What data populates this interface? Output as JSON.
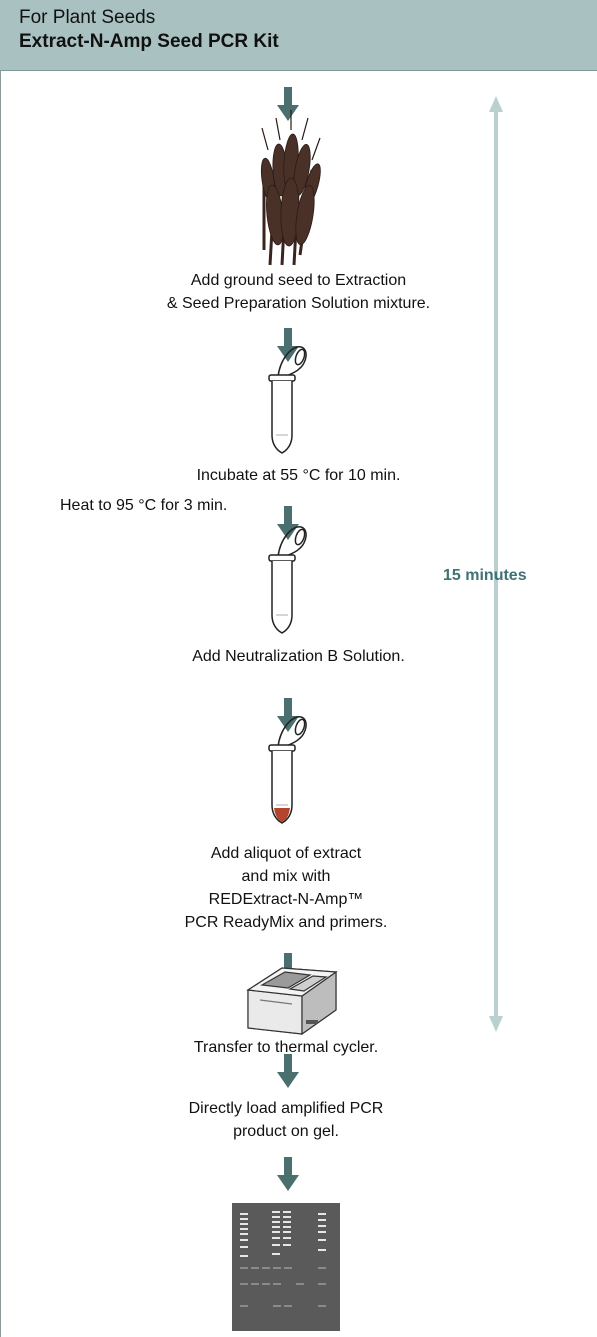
{
  "header": {
    "subtitle": "For Plant Seeds",
    "title": "Extract-N-Amp Seed PCR Kit"
  },
  "steps": {
    "step1_line1": "Add ground seed to Extraction",
    "step1_line2": "& Seed Preparation Solution mixture.",
    "step2": "Incubate at 55 °C for 10 min.",
    "step3_side": "Heat to 95 °C for 3 min.",
    "step4": "Add Neutralization B Solution.",
    "step5_line1": "Add aliquot of extract",
    "step5_line2": "and mix with",
    "step5_line3": "REDExtract-N-Amp™",
    "step5_line4": "PCR ReadyMix and primers.",
    "step6": "Transfer to thermal cycler.",
    "step7_line1": "Directly load amplified PCR",
    "step7_line2": "product on gel."
  },
  "duration_label": "15 minutes",
  "colors": {
    "header_bg": "#a9c2c1",
    "arrow": "#4b6e6f",
    "timeline": "#b8d0cf",
    "duration_text": "#3e7274",
    "sample_red": "#b4452c",
    "gel_bg": "#5a5a5a"
  },
  "icons": {
    "seed": "wheat-icon",
    "tube": "microcentrifuge-tube-icon",
    "cycler": "thermal-cycler-icon",
    "gel": "gel-electrophoresis-icon"
  }
}
